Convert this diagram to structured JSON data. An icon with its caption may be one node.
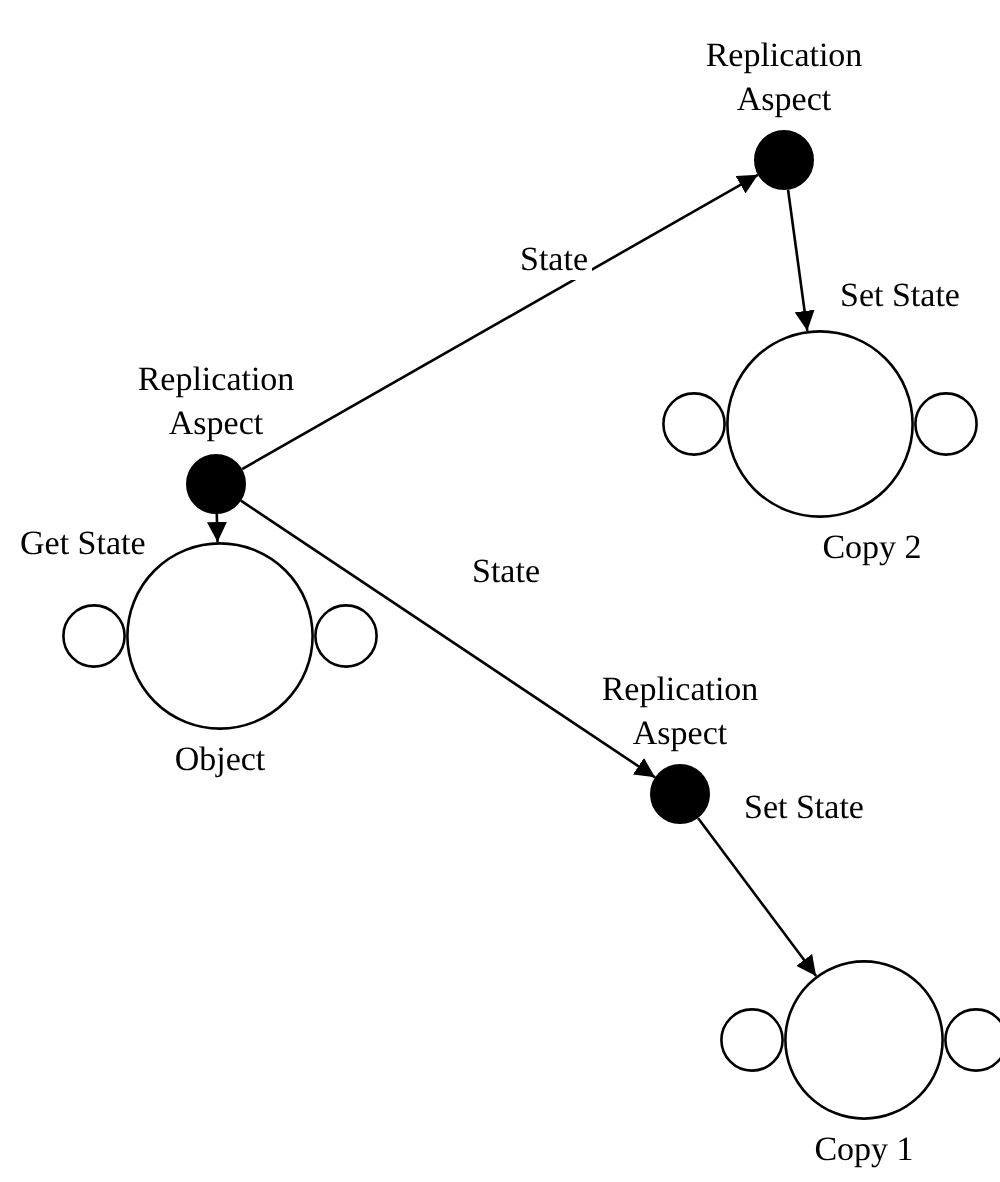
{
  "diagram": {
    "nodes": [
      {
        "text": [
          "Replication Aspect"
        ]
      },
      {
        "text": [
          "Object"
        ]
      },
      {
        "text": [
          "Replication Aspect"
        ]
      },
      {
        "text": [
          "Copy 2"
        ]
      },
      {
        "text": [
          "Replication Aspect"
        ]
      },
      {
        "text": [
          "Copy 1"
        ]
      }
    ],
    "edges": [
      {
        "from": 0,
        "to": 1,
        "arrow": "to",
        "label": "Get State"
      },
      {
        "from": 0,
        "to": 2,
        "arrow": "to",
        "label": "State"
      },
      {
        "from": 0,
        "to": 4,
        "arrow": "to",
        "label": "State"
      },
      {
        "from": 2,
        "to": 3,
        "arrow": "to",
        "label": "Set State"
      },
      {
        "from": 4,
        "to": 5,
        "arrow": "to",
        "label": "Set State"
      }
    ]
  }
}
